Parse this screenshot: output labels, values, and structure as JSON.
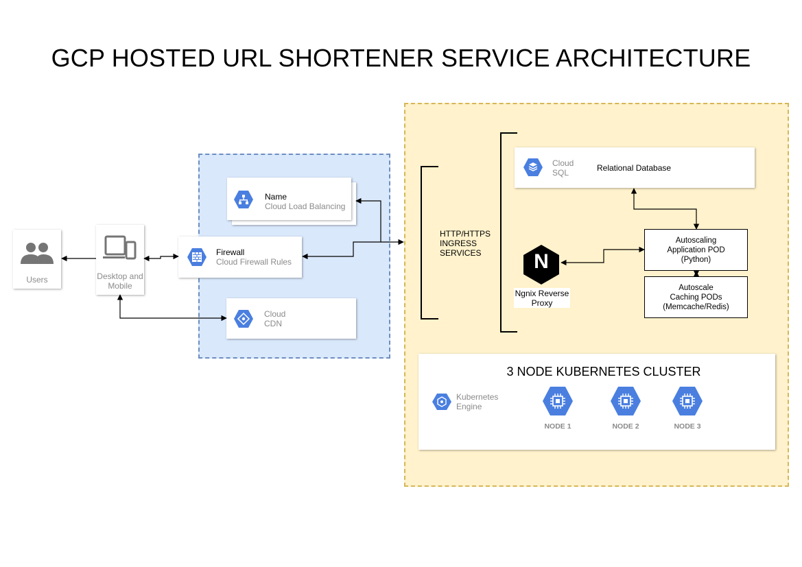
{
  "title": "GCP HOSTED URL SHORTENER SERVICE ARCHITECTURE",
  "users": {
    "label": "Users"
  },
  "device": {
    "label_line1": "Desktop and",
    "label_line2": "Mobile"
  },
  "load_balancer": {
    "name": "Name",
    "service": "Cloud Load Balancing"
  },
  "firewall": {
    "name": "Firewall",
    "service": "Cloud Firewall Rules"
  },
  "cdn": {
    "line1": "Cloud",
    "line2": "CDN"
  },
  "ingress": {
    "line1": "HTTP/HTTPS",
    "line2": "INGRESS",
    "line3": "SERVICES"
  },
  "sql": {
    "line1": "Cloud",
    "line2": "SQL",
    "label": "Relational Database"
  },
  "nginx": {
    "line1": "Ngnix Reverse",
    "line2": "Proxy",
    "logo_letter": "N"
  },
  "app_pod": {
    "line1": "Autoscaling",
    "line2": "Application POD",
    "line3": "(Python)"
  },
  "cache_pod": {
    "line1": "Autoscale",
    "line2": "Caching PODs",
    "line3": "(Memcache/Redis)"
  },
  "cluster": {
    "title": "3 NODE KUBERNETES CLUSTER",
    "engine_line1": "Kubernetes",
    "engine_line2": "Engine",
    "nodes": [
      "NODE 1",
      "NODE 2",
      "NODE 3"
    ]
  },
  "colors": {
    "gcp_blue": "#4a7fe0",
    "blue_zone": "#dae8fc",
    "blue_border": "#6c8ebf",
    "yellow_zone": "#fff2cc",
    "yellow_border": "#d6b656",
    "icon_gray": "#757575"
  }
}
